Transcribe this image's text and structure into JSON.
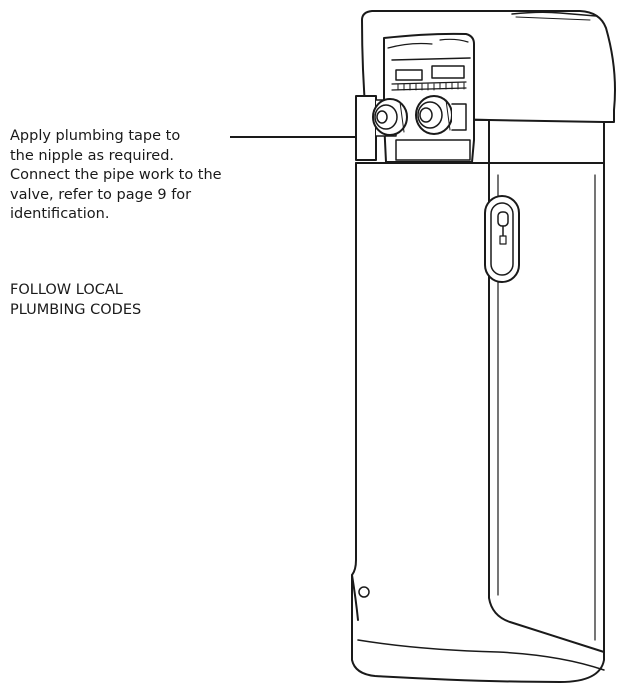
{
  "instruction": {
    "lines": [
      "Apply plumbing tape to",
      "the nipple as required.",
      "Connect the pipe work to the",
      "valve, refer to page 9 for",
      "identification."
    ]
  },
  "notice": {
    "lines": [
      "FOLLOW LOCAL",
      "PLUMBING CODES"
    ]
  },
  "illustration": {
    "subject": "water-softener-cabinet",
    "line_color": "#1a1a1a",
    "fill_color": "#ffffff"
  }
}
